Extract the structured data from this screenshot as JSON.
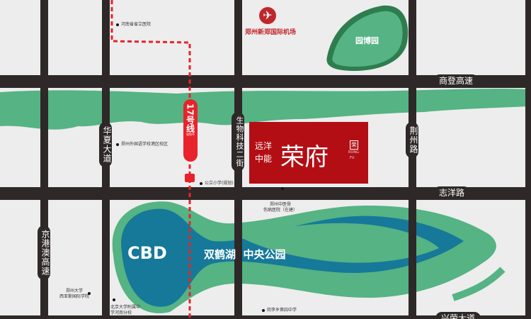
{
  "colors": {
    "road": "#2e2828",
    "green": "#55b384",
    "blue": "#167999",
    "red": "#b30e14",
    "metro": "#e8232b",
    "background": "#ededed"
  },
  "roads": {
    "shangdeng": "商登高速",
    "zhiyang": "志洋路",
    "jingzhou": "荆州路",
    "huaxia": "华夏大道",
    "jinggangao": "京港澳高速",
    "shengwu": "生物科技二街",
    "bottom": "兴荣大道"
  },
  "metro": {
    "line": "17号线",
    "status": "规划中"
  },
  "airport": {
    "label": "郑州新郑国际机场",
    "icon": "airplane-icon"
  },
  "yuanbo": "园博园",
  "cbd": "CBD",
  "park": "双鹤湖  中央公园",
  "project": {
    "brand_line1": "远洋",
    "brand_line2": "中能",
    "name": "荣府",
    "seal": "荣",
    "pinyin1": "RONG",
    "pinyin2": "FU"
  },
  "pois": {
    "hospital": "河南省省立医院",
    "foreign_school": "郑州外国语学校港区校区",
    "primary": "公立小学(规划)",
    "tcm1": "郑州中医骨",
    "tcm2": "伤病医院（在建）",
    "zzu1": "郑州大学",
    "zzu2": "西亚斯国际学院",
    "pku1": "北京大学附属中",
    "pku2": "学河南分校",
    "middle": "岗李乡第四中学"
  }
}
